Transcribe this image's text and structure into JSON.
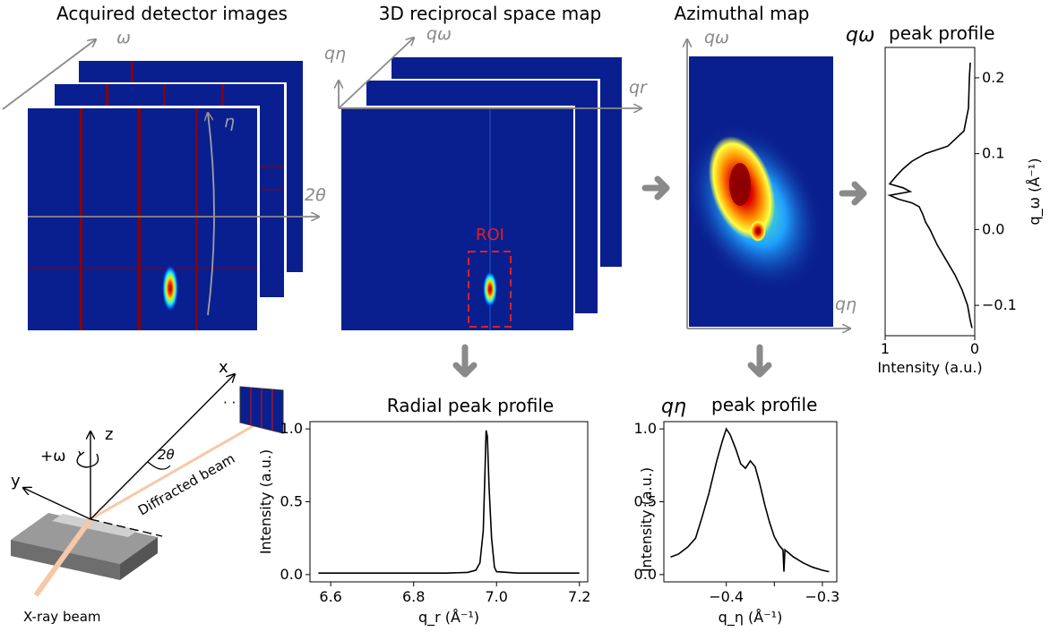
{
  "titles": {
    "detector": "Acquired detector images",
    "rsm": "3D reciprocal space map",
    "azimuthal": "Azimuthal map",
    "qomega_profile_sym": "qω",
    "qomega_profile_rest": "peak profile",
    "radial": "Radial peak profile",
    "qeta_profile_sym": "qη",
    "qeta_profile_rest": "peak profile"
  },
  "axes_labels": {
    "omega": "ω",
    "eta": "η",
    "two_theta": "2θ",
    "q_eta": "qη",
    "q_omega": "qω",
    "q_r": "qr"
  },
  "roi_label": "ROI",
  "geometry_labels": {
    "x": "x",
    "y": "y",
    "z": "z",
    "plus_omega": "+ω",
    "two_theta": "2θ",
    "diffracted": "Diffracted beam",
    "xray": "X-ray beam",
    "dots": "· ·"
  },
  "colors": {
    "detector_bg": "#0a1f8f",
    "gap_line": "#8b0000",
    "arrow_gray": "#8a8a8a",
    "roi": "#e02020",
    "beam": "#f5c9a8"
  },
  "chart_data": [
    {
      "type": "line",
      "title": "Radial peak profile",
      "xlabel": "q_r (Å⁻¹)",
      "ylabel": "Intensity (a.u.)",
      "xlim": [
        6.55,
        7.22
      ],
      "ylim": [
        -0.05,
        1.05
      ],
      "xticks": [
        "6.6",
        "6.8",
        "7.0",
        "7.2"
      ],
      "yticks": [
        "0.0",
        "0.5",
        "1.0"
      ],
      "x": [
        6.57,
        6.7,
        6.8,
        6.88,
        6.93,
        6.95,
        6.96,
        6.968,
        6.972,
        6.975,
        6.978,
        6.982,
        6.988,
        6.995,
        7.0,
        7.05,
        7.2
      ],
      "y": [
        0.01,
        0.01,
        0.01,
        0.01,
        0.015,
        0.03,
        0.08,
        0.3,
        0.7,
        0.99,
        0.95,
        0.6,
        0.25,
        0.05,
        0.02,
        0.01,
        0.01
      ]
    },
    {
      "type": "line",
      "title": "qη peak profile",
      "xlabel": "q_η (Å⁻¹)",
      "ylabel": "Intensity (a.u.)",
      "xlim": [
        -0.465,
        -0.285
      ],
      "ylim": [
        -0.05,
        1.05
      ],
      "xticks": [
        "-0.4",
        "-0.3"
      ],
      "xtick_values": [
        -0.4,
        -0.35,
        -0.3
      ],
      "xtick_texts": [
        "−0.4",
        "−0.3"
      ],
      "yticks": [
        "0.0",
        "0.5",
        "1.0"
      ],
      "x": [
        -0.458,
        -0.45,
        -0.44,
        -0.432,
        -0.425,
        -0.418,
        -0.41,
        -0.404,
        -0.4,
        -0.396,
        -0.39,
        -0.385,
        -0.38,
        -0.375,
        -0.37,
        -0.365,
        -0.36,
        -0.355,
        -0.35,
        -0.345,
        -0.341,
        -0.34,
        -0.339,
        -0.33,
        -0.32,
        -0.31,
        -0.3,
        -0.293
      ],
      "y": [
        0.12,
        0.14,
        0.19,
        0.25,
        0.4,
        0.56,
        0.78,
        0.92,
        1.0,
        0.96,
        0.86,
        0.76,
        0.73,
        0.78,
        0.74,
        0.62,
        0.48,
        0.36,
        0.26,
        0.2,
        0.17,
        0.02,
        0.17,
        0.12,
        0.08,
        0.05,
        0.03,
        0.02
      ]
    },
    {
      "type": "line",
      "title": "qω peak profile",
      "xlabel": "Intensity (a.u.)",
      "ylabel": "q_ω (Å⁻¹)",
      "xlim": [
        1.0,
        0.0
      ],
      "ylim": [
        -0.14,
        0.24
      ],
      "xticks": [
        "1",
        "0"
      ],
      "yticks": [
        "−0.1",
        "0.0",
        "0.1",
        "0.2"
      ],
      "q": [
        0.22,
        0.2,
        0.16,
        0.13,
        0.11,
        0.1,
        0.09,
        0.08,
        0.07,
        0.06,
        0.055,
        0.05,
        0.045,
        0.04,
        0.035,
        0.03,
        0.02,
        0.01,
        0.0,
        -0.02,
        -0.04,
        -0.06,
        -0.08,
        -0.1,
        -0.12,
        -0.13
      ],
      "intensity": [
        0.05,
        0.06,
        0.07,
        0.12,
        0.3,
        0.55,
        0.7,
        0.8,
        0.88,
        0.95,
        0.8,
        0.72,
        0.95,
        0.85,
        0.7,
        0.62,
        0.58,
        0.55,
        0.5,
        0.42,
        0.32,
        0.22,
        0.14,
        0.08,
        0.05,
        0.03
      ]
    }
  ]
}
